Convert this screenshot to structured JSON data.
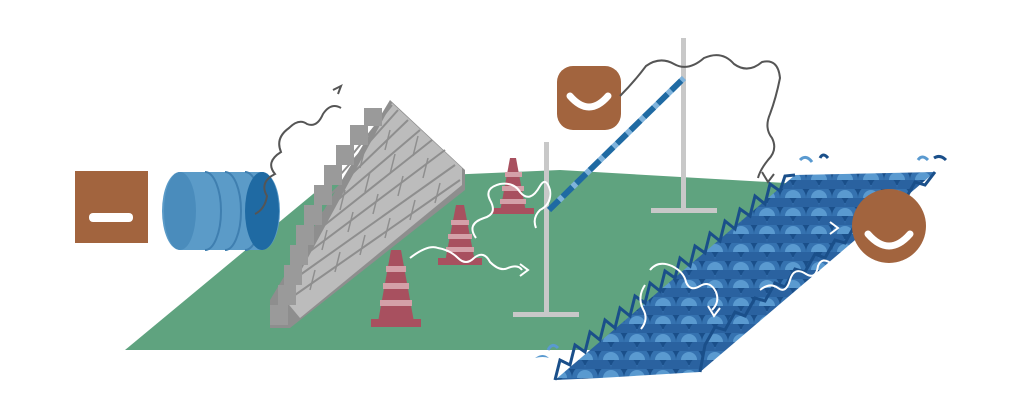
{
  "scene": {
    "description_visible_text": "",
    "stations": [
      {
        "id": "start",
        "icon": "neutral-face-icon"
      },
      {
        "id": "tunnel",
        "icon": "tunnel-icon"
      },
      {
        "id": "wall",
        "icon": "brick-wall-icon"
      },
      {
        "id": "cones",
        "icon": "traffic-cone-icon",
        "count": 3
      },
      {
        "id": "high-jump",
        "icon": "high-jump-bar-icon"
      },
      {
        "id": "water",
        "icon": "water-pool-icon"
      },
      {
        "id": "finish",
        "icon": "happy-face-icon"
      }
    ],
    "mood_checkpoints": [
      {
        "id": "neutral",
        "icon": "neutral-face-icon"
      },
      {
        "id": "smile-midway",
        "icon": "smile-icon"
      },
      {
        "id": "smile-end",
        "icon": "happy-face-icon"
      }
    ]
  },
  "colors": {
    "field": "#5fa37f",
    "face": "#a2643e",
    "tunnel": "#5b9bc8",
    "tunnel_dark": "#1f6aa3",
    "brick_light": "#c8c8c8",
    "brick_dark": "#8e8e8e",
    "cone": "#a8505f",
    "cone_stripe": "#d4a0a8",
    "pole": "#c8c8c8",
    "bar_blue": "#1f6aa3",
    "water_dark": "#1a4f8a",
    "water_mid": "#3572b0",
    "water_light": "#5a9ad0",
    "path_dark": "#555555",
    "path_white": "#ffffff"
  }
}
